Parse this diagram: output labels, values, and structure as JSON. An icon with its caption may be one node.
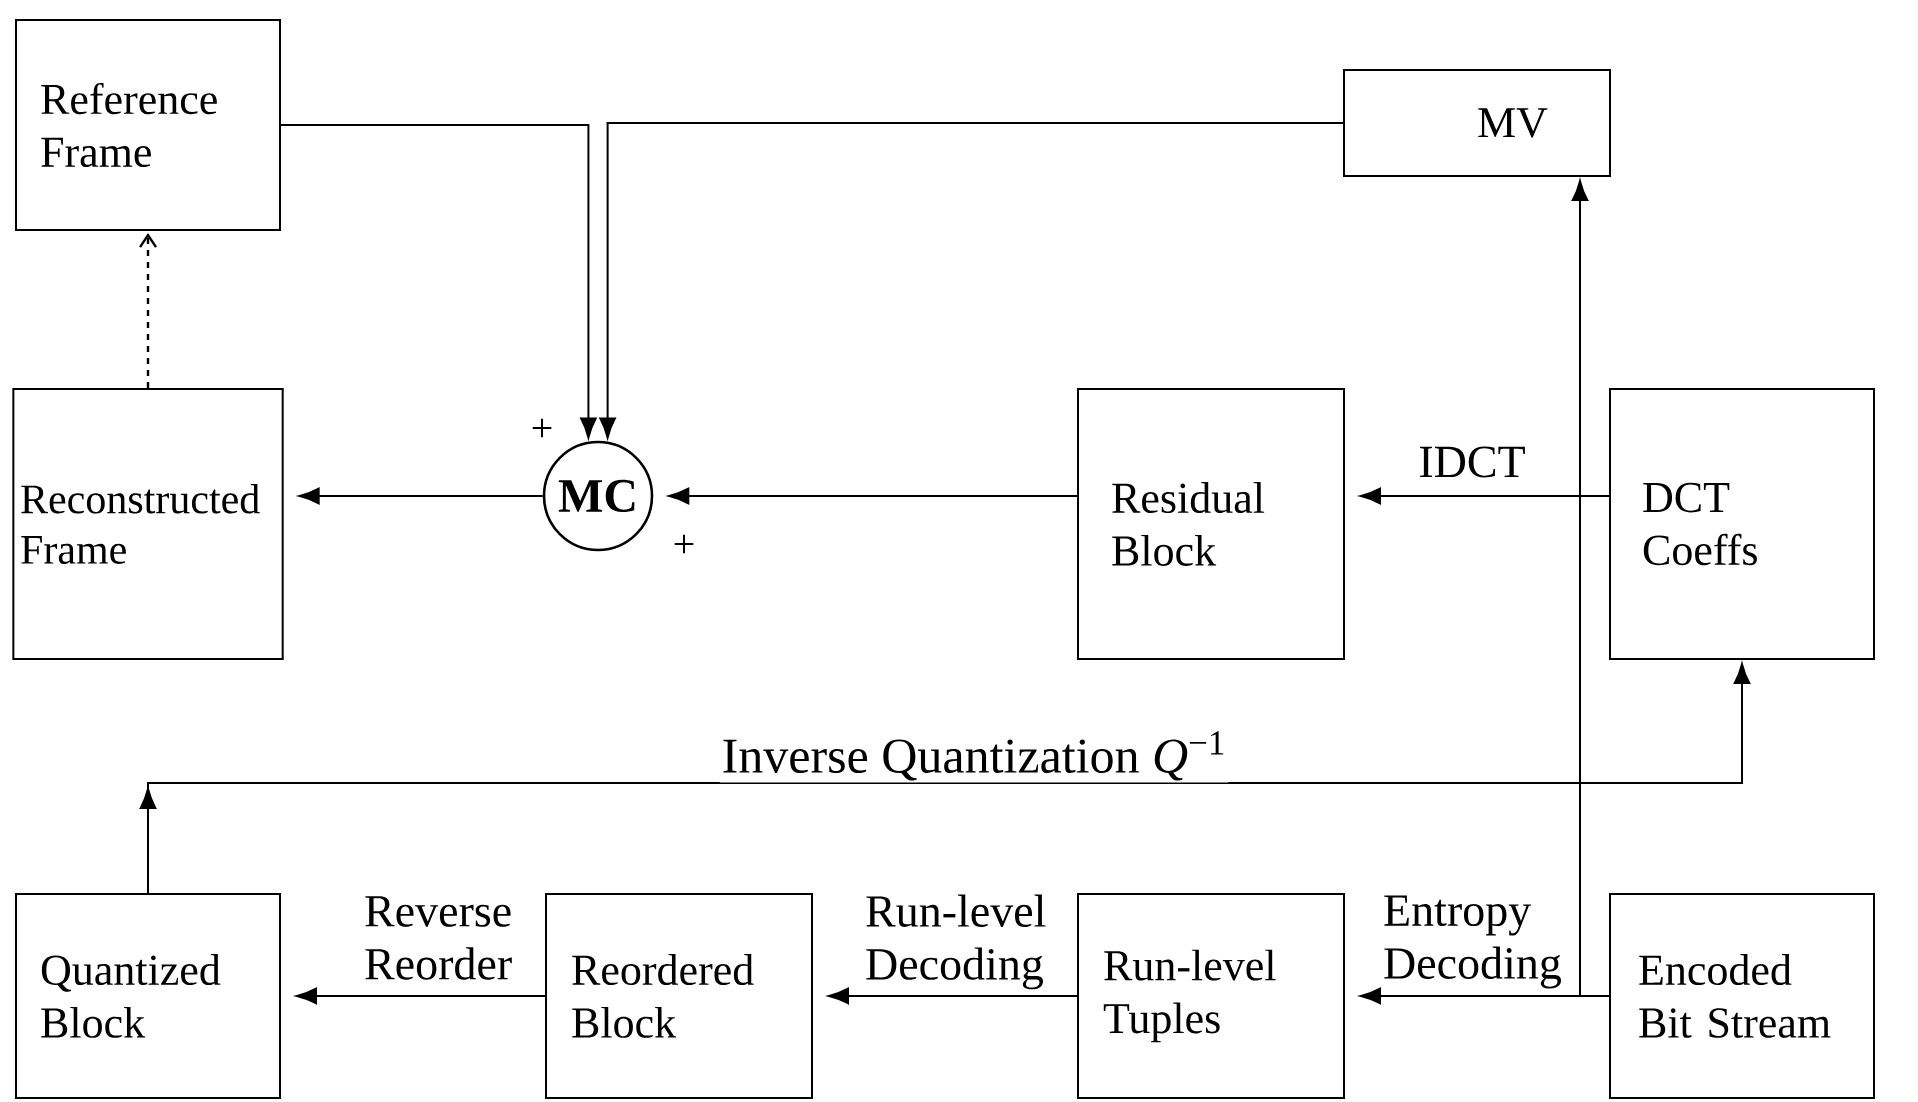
{
  "diagram": {
    "nodes": [
      {
        "text": [
          "Reference Frame"
        ]
      },
      {
        "text": [
          "MV"
        ]
      },
      {
        "text": [
          "Reconstructed Frame"
        ]
      },
      {
        "text": [
          "MC"
        ]
      },
      {
        "text": [
          "Residual Block"
        ]
      },
      {
        "text": [
          "DCT Coeffs"
        ]
      },
      {
        "text": [
          "Quantized Block"
        ]
      },
      {
        "text": [
          "Reordered Block"
        ]
      },
      {
        "text": [
          "Run-level Tuples"
        ]
      },
      {
        "text": [
          "Encoded Bit Stream"
        ]
      }
    ],
    "edges": [
      {
        "from": 0,
        "to": 3,
        "arrow": "to"
      },
      {
        "from": 1,
        "to": 3,
        "arrow": "to"
      },
      {
        "from": 2,
        "to": 0,
        "arrow": "to",
        "style": "dashed"
      },
      {
        "from": 3,
        "to": 2,
        "arrow": "to"
      },
      {
        "from": 4,
        "to": 3,
        "arrow": "to"
      },
      {
        "from": 5,
        "to": 4,
        "arrow": "to",
        "label": "IDCT"
      },
      {
        "from": 6,
        "to": 5,
        "arrow": "to",
        "label": "Inverse Quantization *Q*$^{−1}$"
      },
      {
        "from": 9,
        "to": 8,
        "arrow": "to",
        "label": "Entropy Decoding"
      },
      {
        "from": 9,
        "to": 1,
        "arrow": "to"
      },
      {
        "from": 8,
        "to": 7,
        "arrow": "to",
        "label": "Run-level Decoding"
      },
      {
        "from": 7,
        "to": 6,
        "arrow": "to",
        "label": "Reverse Reorder"
      }
    ],
    "labels": [
      "+",
      "+"
    ]
  }
}
